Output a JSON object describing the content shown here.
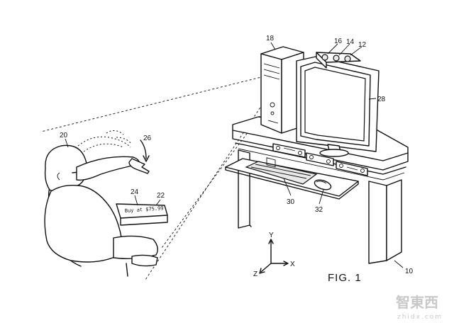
{
  "figure": {
    "caption": "FIG. 1",
    "refs": {
      "r10": "10",
      "r12": "12",
      "r14": "14",
      "r16": "16",
      "r18": "18",
      "r20": "20",
      "r22": "22",
      "r24": "24",
      "r26": "26",
      "r28": "28",
      "r30": "30",
      "r32": "32"
    },
    "tablet_text": "Buy at $75.99",
    "axes": {
      "x": "X",
      "y": "Y",
      "z": "Z"
    }
  },
  "watermark": {
    "brand": "智東西",
    "site": "zhidx.com"
  }
}
